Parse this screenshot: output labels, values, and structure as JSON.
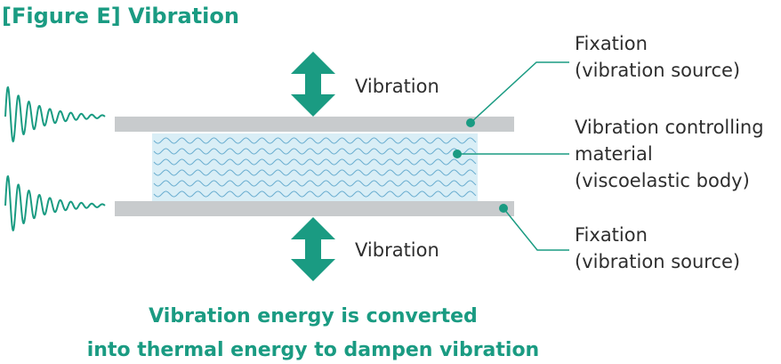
{
  "figure": {
    "title": "[Figure E]  Vibration",
    "vibration_top": "Vibration",
    "vibration_bottom": "Vibration",
    "fixation_top": {
      "line1": "Fixation",
      "line2": "(vibration source)"
    },
    "material": {
      "line1": "Vibration controlling",
      "line2": "material",
      "line3": "(viscoelastic body)"
    },
    "fixation_bottom": {
      "line1": "Fixation",
      "line2": "(vibration source)"
    },
    "caption": {
      "line1": "Vibration energy is converted",
      "line2": "into thermal energy to dampen vibration"
    }
  },
  "colors": {
    "accent": "#1a9b82",
    "plate": "#c8cbcd",
    "material_fill": "#d9eef6",
    "material_wave": "#6aaed0",
    "label_text": "#2e2e2e"
  },
  "icons": {
    "arrows": "double-headed-arrow-icon",
    "signal": "damped-oscillation-icon"
  }
}
